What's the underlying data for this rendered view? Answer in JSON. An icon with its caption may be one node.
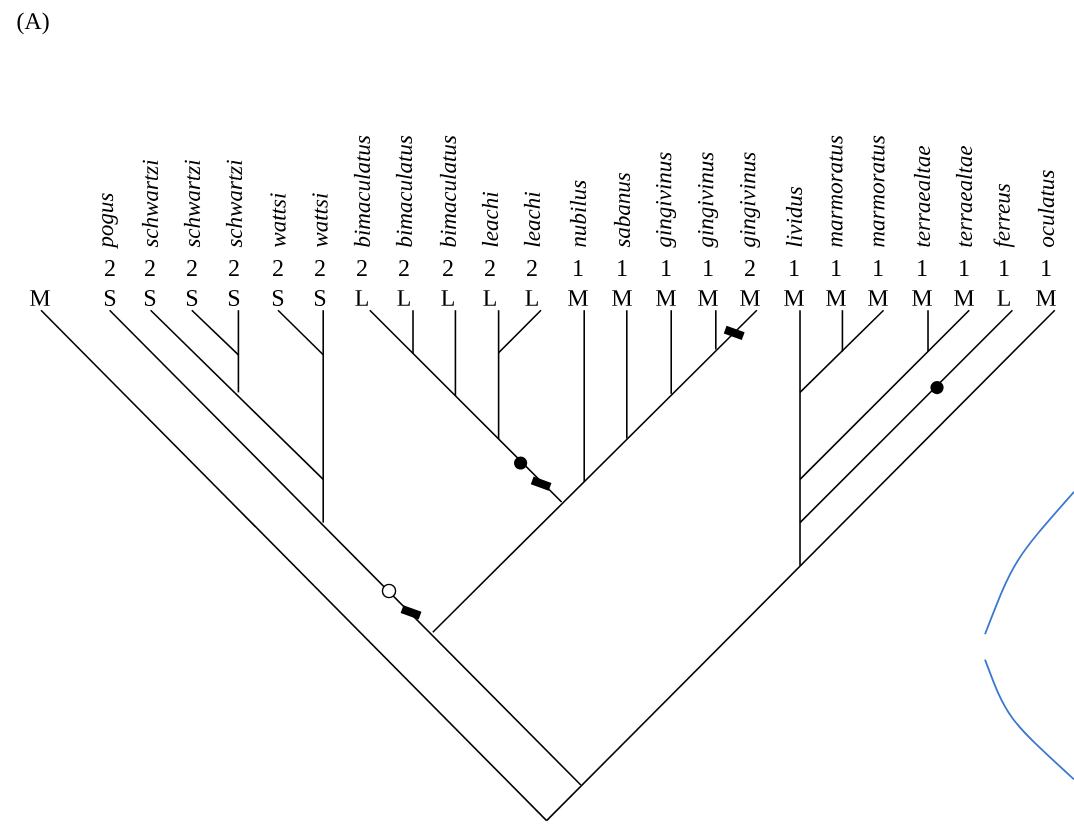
{
  "diagram": {
    "labels": [
      "(A)",
      "pogus",
      "schwartzi",
      "schwartzi",
      "schwartzi",
      "wattsi",
      "wattsi",
      "bimaculatus",
      "bimaculatus",
      "bimaculatus",
      "leachi",
      "leachi",
      "nubilus",
      "sabanus",
      "gingivinus",
      "gingivinus",
      "gingivinus",
      "lividus",
      "marmoratus",
      "marmoratus",
      "terraealtae",
      "terraealtae",
      "ferreus",
      "oculatus",
      "2",
      "2",
      "2",
      "2",
      "2",
      "2",
      "2",
      "2",
      "2",
      "2",
      "2",
      "1",
      "1",
      "1",
      "1",
      "2",
      "1",
      "1",
      "1",
      "1",
      "1",
      "1",
      "1",
      "M",
      "S",
      "S",
      "S",
      "S",
      "S",
      "S",
      "L",
      "L",
      "L",
      "L",
      "L",
      "M",
      "M",
      "M",
      "M",
      "M",
      "M",
      "M",
      "M",
      "M",
      "M",
      "L",
      "M"
    ]
  }
}
